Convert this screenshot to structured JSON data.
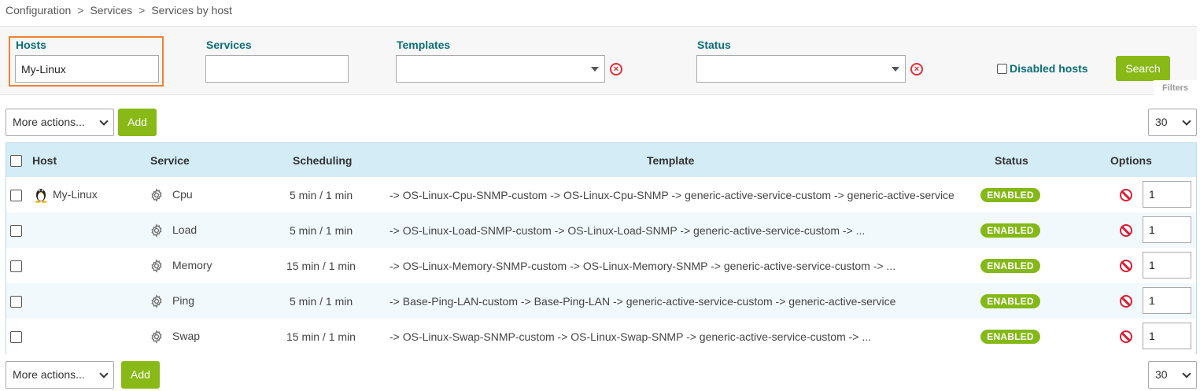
{
  "breadcrumb": [
    "Configuration",
    "Services",
    "Services by host"
  ],
  "filters": {
    "hosts": {
      "label": "Hosts",
      "value": "My-Linux"
    },
    "services": {
      "label": "Services",
      "value": ""
    },
    "templates": {
      "label": "Templates",
      "value": ""
    },
    "status": {
      "label": "Status",
      "value": ""
    },
    "disabled_hosts": {
      "label": "Disabled hosts",
      "checked": false
    },
    "search_label": "Search",
    "tag": "Filters"
  },
  "toolbar": {
    "more_actions": "More actions...",
    "add_label": "Add",
    "page_size": "30"
  },
  "table": {
    "columns": [
      "Host",
      "Service",
      "Scheduling",
      "Template",
      "Status",
      "Options"
    ],
    "rows": [
      {
        "host": "My-Linux",
        "service": "Cpu",
        "scheduling": "5 min / 1 min",
        "template": "-> OS-Linux-Cpu-SNMP-custom -> OS-Linux-Cpu-SNMP -> generic-active-service-custom -> generic-active-service",
        "status": "ENABLED",
        "option": "1"
      },
      {
        "host": "",
        "service": "Load",
        "scheduling": "5 min / 1 min",
        "template": "-> OS-Linux-Load-SNMP-custom -> OS-Linux-Load-SNMP -> generic-active-service-custom -> ...",
        "status": "ENABLED",
        "option": "1"
      },
      {
        "host": "",
        "service": "Memory",
        "scheduling": "15 min / 1 min",
        "template": "-> OS-Linux-Memory-SNMP-custom -> OS-Linux-Memory-SNMP -> generic-active-service-custom -> ...",
        "status": "ENABLED",
        "option": "1"
      },
      {
        "host": "",
        "service": "Ping",
        "scheduling": "5 min / 1 min",
        "template": "-> Base-Ping-LAN-custom -> Base-Ping-LAN -> generic-active-service-custom -> generic-active-service",
        "status": "ENABLED",
        "option": "1"
      },
      {
        "host": "",
        "service": "Swap",
        "scheduling": "15 min / 1 min",
        "template": "-> OS-Linux-Swap-SNMP-custom -> OS-Linux-Swap-SNMP -> generic-active-service-custom -> ...",
        "status": "ENABLED",
        "option": "1"
      }
    ]
  },
  "colors": {
    "accent": "#0b6e76",
    "green": "#88b917",
    "highlight": "#f08233",
    "danger": "#d81f35",
    "header_bg": "#d3ecf6"
  }
}
